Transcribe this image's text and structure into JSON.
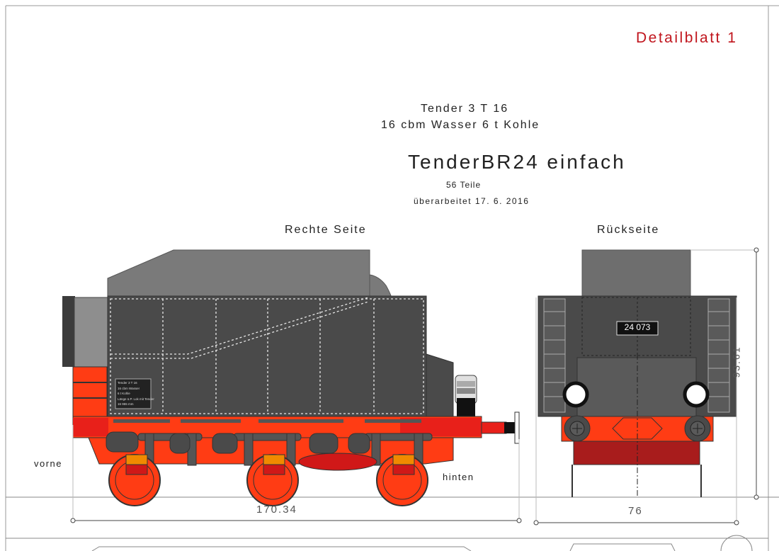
{
  "sheet": {
    "label": "Detailblatt 1",
    "tender_type": "Tender 3 T 16",
    "capacity": "16 cbm Wasser  6 t Kohle",
    "title": "TenderBR24 einfach",
    "parts": "56 Teile",
    "revised": "überarbeitet 17. 6. 2016"
  },
  "views": {
    "side": {
      "label": "Rechte Seite",
      "front_label": "vorne",
      "rear_label": "hinten",
      "length_dimension": "170.34",
      "plate_lines": [
        "Tender 3 T 16",
        "16 cbm Wasser",
        "6 t Kohle",
        "Länge ü.P. Lok mit Tender",
        "16 955 mm"
      ]
    },
    "rear": {
      "label": "Rückseite",
      "number_plate": "24 073",
      "width_dimension": "76",
      "height_dimension": "93.61"
    }
  },
  "colors": {
    "body_dark": "#4a4a4a",
    "coal_box": "#6e6e6e",
    "frame_red": "#ff3c14",
    "buffer_beam_red": "#e8201a",
    "lamp_orange": "#f08a00",
    "label_red": "#c0141c"
  }
}
